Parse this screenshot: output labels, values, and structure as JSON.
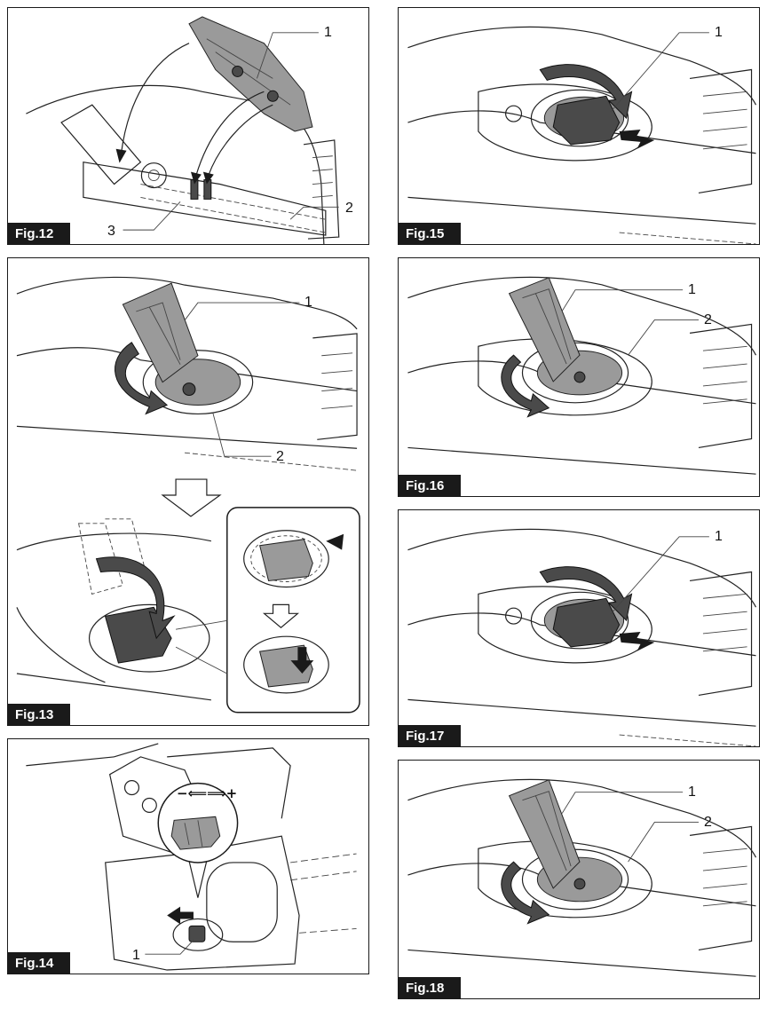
{
  "figures": [
    {
      "id": "fig12",
      "label": "Fig.12",
      "callouts": [
        "1",
        "2",
        "3"
      ]
    },
    {
      "id": "fig13",
      "label": "Fig.13",
      "callouts": [
        "1",
        "2"
      ]
    },
    {
      "id": "fig14",
      "label": "Fig.14",
      "callouts": [
        "1"
      ],
      "adjust_symbol": "−⟸⟹+"
    },
    {
      "id": "fig15",
      "label": "Fig.15",
      "callouts": [
        "1"
      ]
    },
    {
      "id": "fig16",
      "label": "Fig.16",
      "callouts": [
        "1",
        "2"
      ]
    },
    {
      "id": "fig17",
      "label": "Fig.17",
      "callouts": [
        "1"
      ]
    },
    {
      "id": "fig18",
      "label": "Fig.18",
      "callouts": [
        "1",
        "2"
      ]
    }
  ]
}
